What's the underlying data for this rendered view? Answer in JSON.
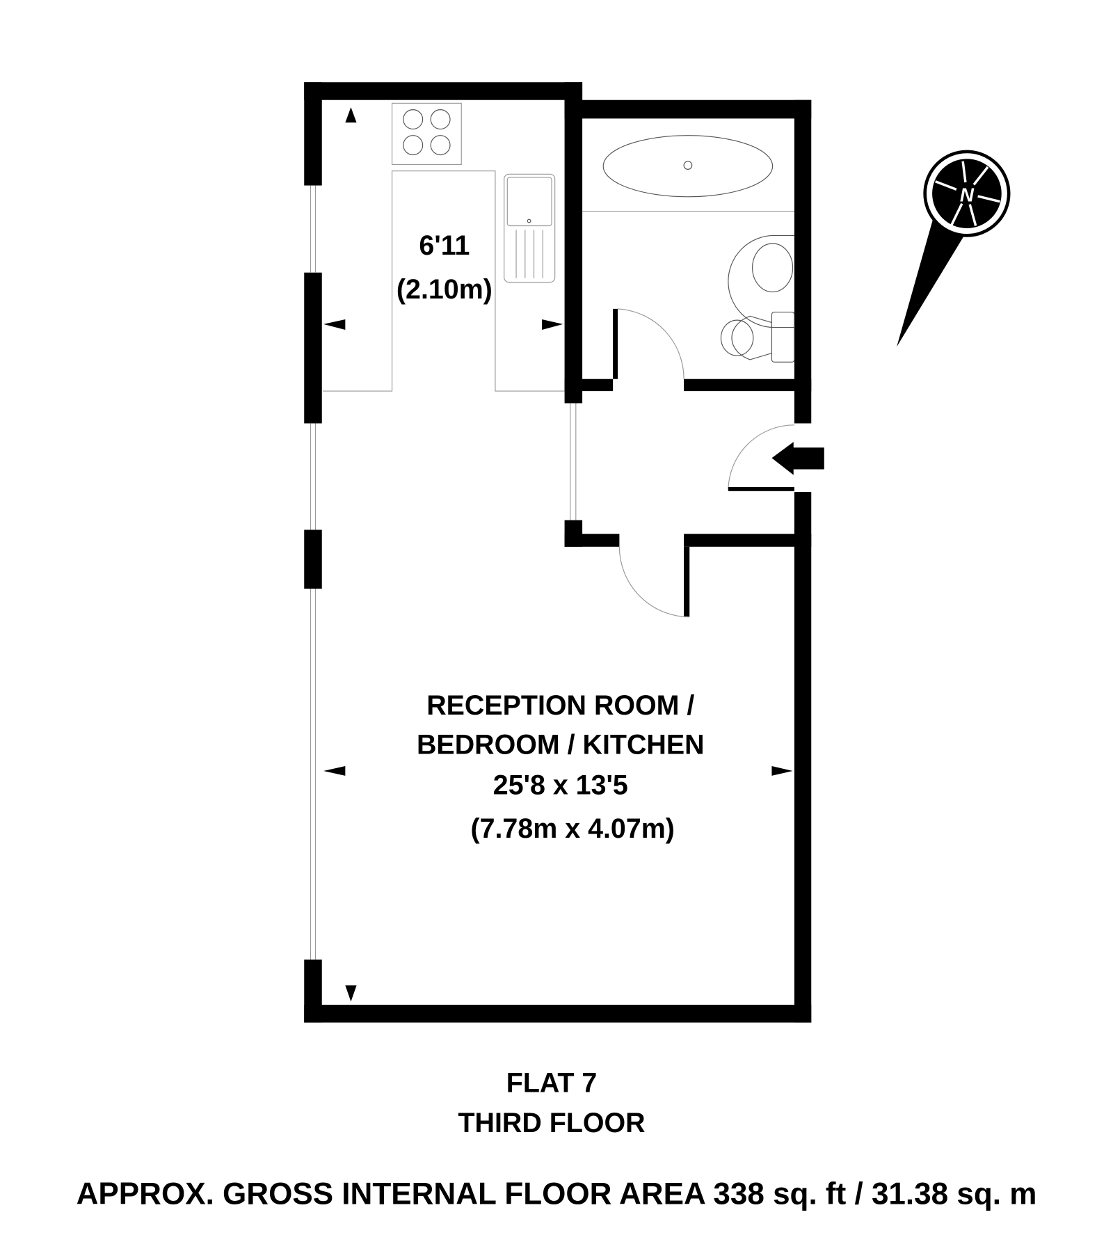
{
  "kitchen": {
    "dim_imperial": "6'11",
    "dim_metric": "(2.10m)"
  },
  "reception": {
    "name_line1": "RECEPTION ROOM /",
    "name_line2": "BEDROOM / KITCHEN",
    "dim_imperial": "25'8 x 13'5",
    "dim_metric": "(7.78m x 4.07m)"
  },
  "floor": {
    "flat": "FLAT 7",
    "level": "THIRD FLOOR"
  },
  "footer": {
    "area": "APPROX. GROSS INTERNAL FLOOR AREA 338 sq. ft / 31.38 sq. m"
  },
  "compass": {
    "letter": "N"
  },
  "colors": {
    "wall": "#000000",
    "fixture": "#999999"
  }
}
